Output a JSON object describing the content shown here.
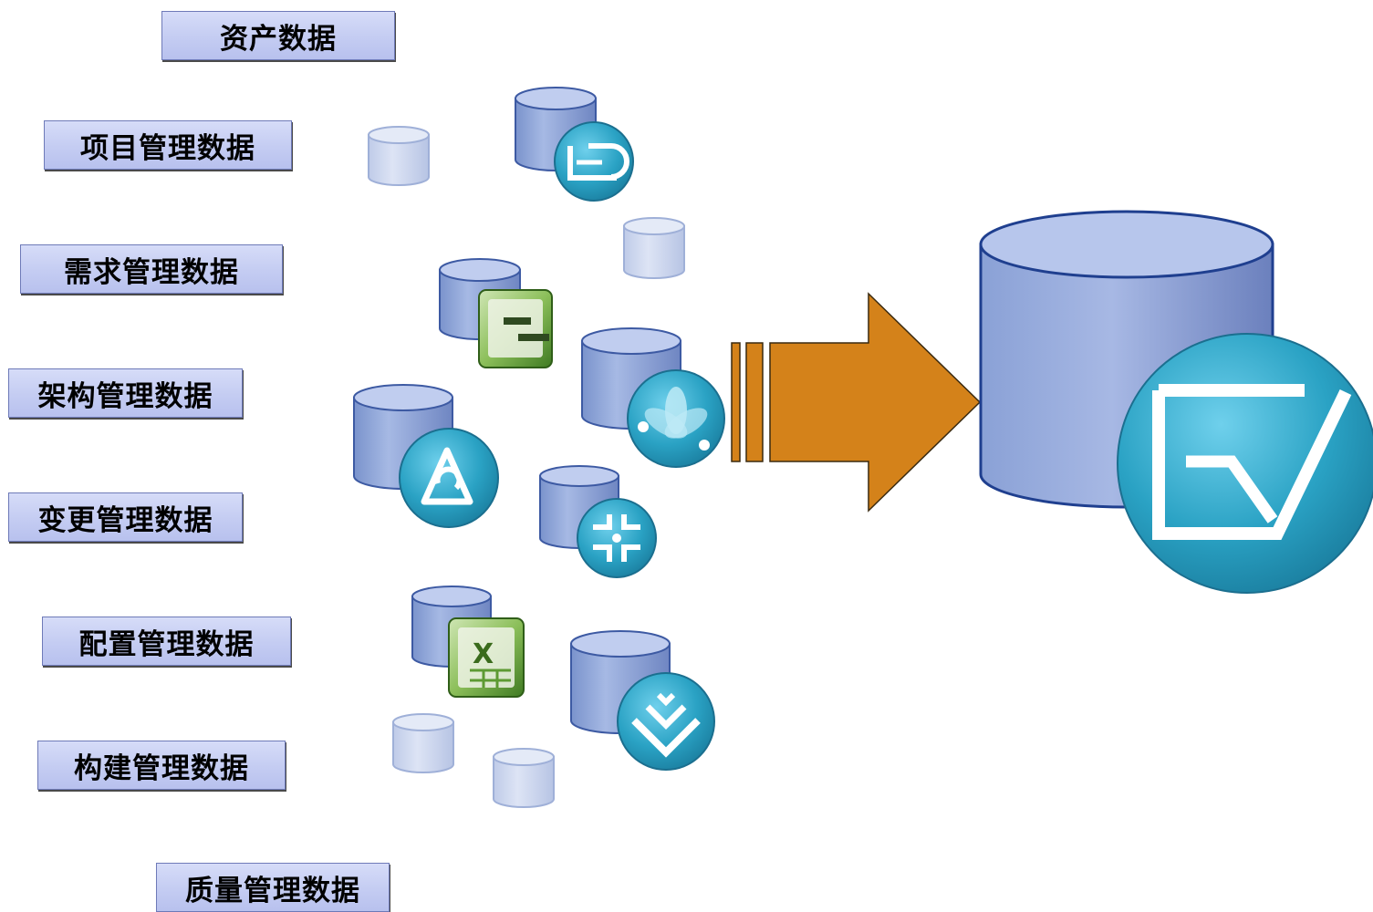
{
  "labels": {
    "asset": "资产数据",
    "project": "项目管理数据",
    "requirement": "需求管理数据",
    "architecture": "架构管理数据",
    "change": "变更管理数据",
    "configuration": "配置管理数据",
    "build": "构建管理数据",
    "quality": "质量管理数据"
  },
  "colors": {
    "label_fill": "#c4ccf2",
    "cylinder": "#8ea4d6",
    "cylinder_faded": "#c9d3ec",
    "arrow": "#d4821a",
    "badge": "#2a9fc0"
  },
  "icons": {
    "source_badges": [
      "project-tool-icon",
      "gantt-chart-icon",
      "orb-icon",
      "a-icon",
      "cross-icon",
      "excel-icon",
      "layers-icon"
    ],
    "target_badge": "ev-check-icon"
  }
}
